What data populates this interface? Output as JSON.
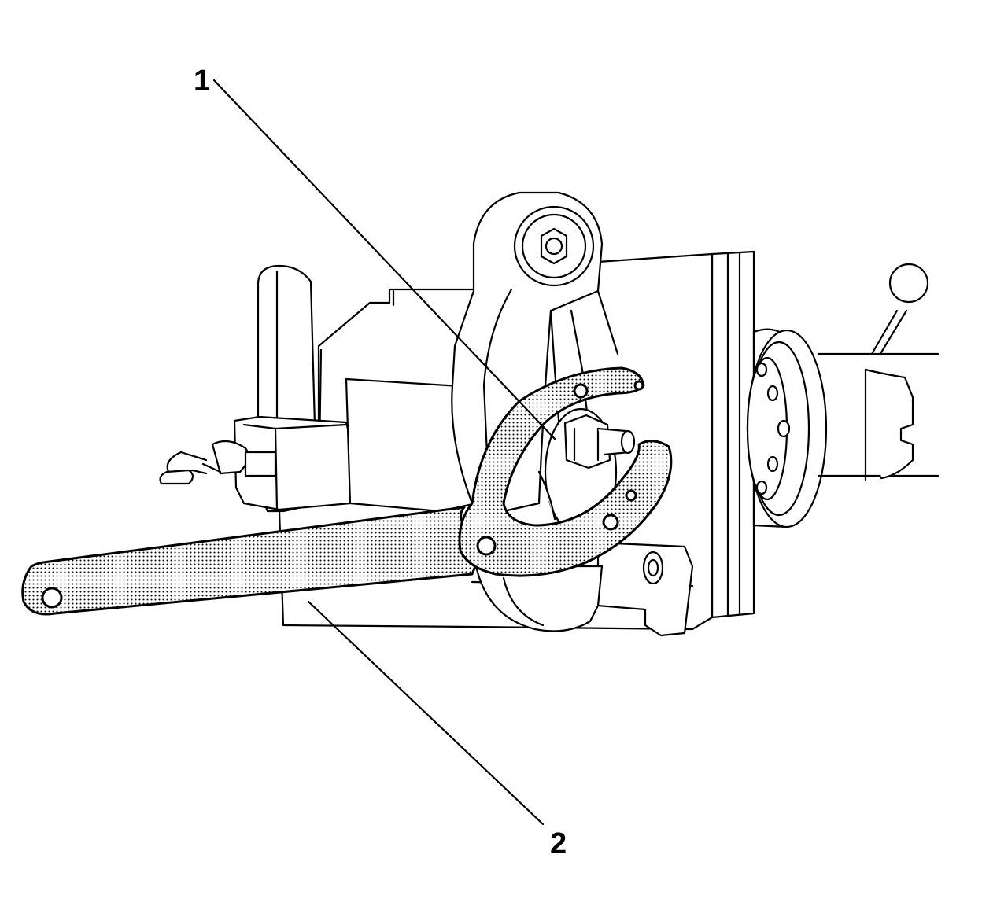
{
  "callouts": [
    {
      "label": "1",
      "target": "adjuster-nut"
    },
    {
      "label": "2",
      "target": "spanner-wrench"
    }
  ],
  "colors": {
    "line": "#000000",
    "background": "#ffffff",
    "stipple": "#000000"
  }
}
